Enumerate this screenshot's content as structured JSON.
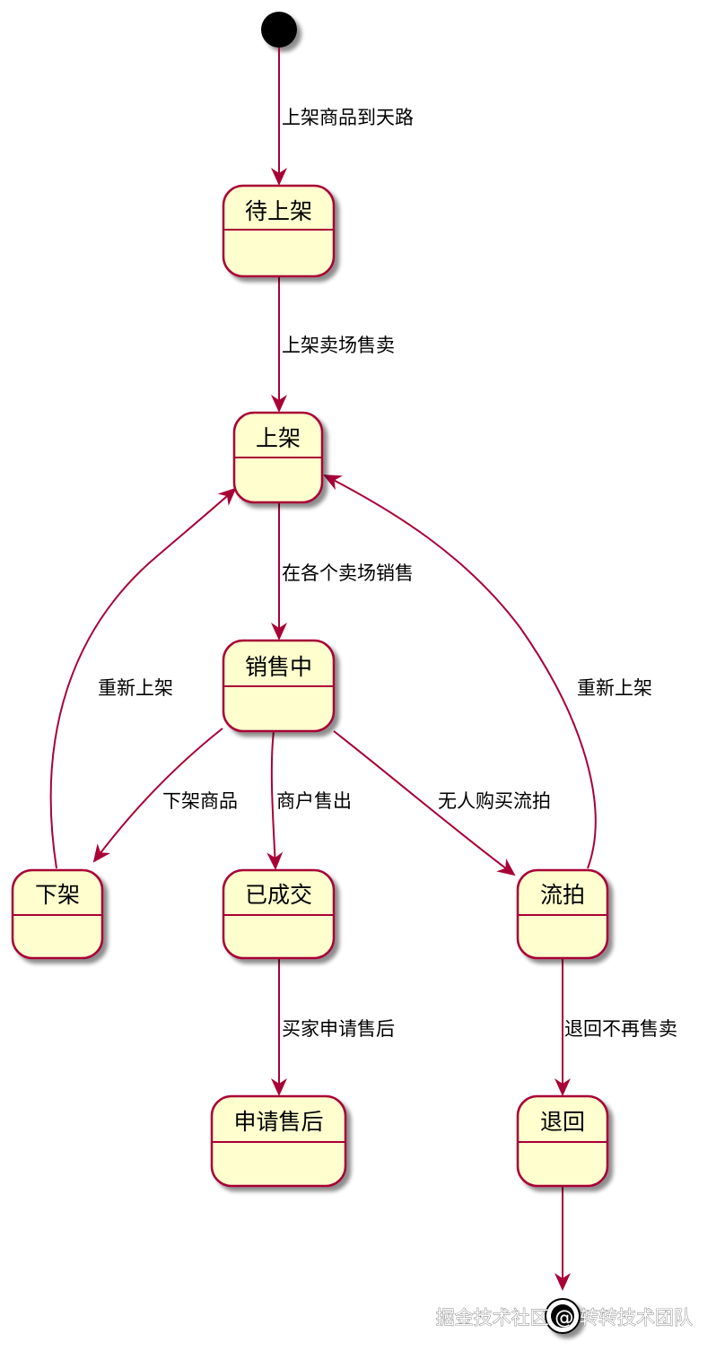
{
  "diagram": {
    "type": "state-diagram",
    "colors": {
      "state_fill": "#FEFECE",
      "state_border": "#A80036",
      "edge": "#A80036",
      "start": "#000000"
    },
    "states": {
      "pending": "待上架",
      "listed": "上架",
      "selling": "销售中",
      "delisted": "下架",
      "sold": "已成交",
      "unsold": "流拍",
      "after_sales": "申请售后",
      "returned": "退回"
    },
    "transitions": {
      "start_to_pending": "上架商品到天路",
      "pending_to_listed": "上架卖场售卖",
      "listed_to_selling": "在各个卖场销售",
      "selling_to_delisted": "下架商品",
      "selling_to_sold": "商户售出",
      "selling_to_unsold": "无人购买流拍",
      "delisted_to_listed": "重新上架",
      "unsold_to_listed": "重新上架",
      "sold_to_after_sales": "买家申请售后",
      "unsold_to_returned": "退回不再售卖"
    }
  },
  "watermark": "掘金技术社区 @ 转转技术团队"
}
